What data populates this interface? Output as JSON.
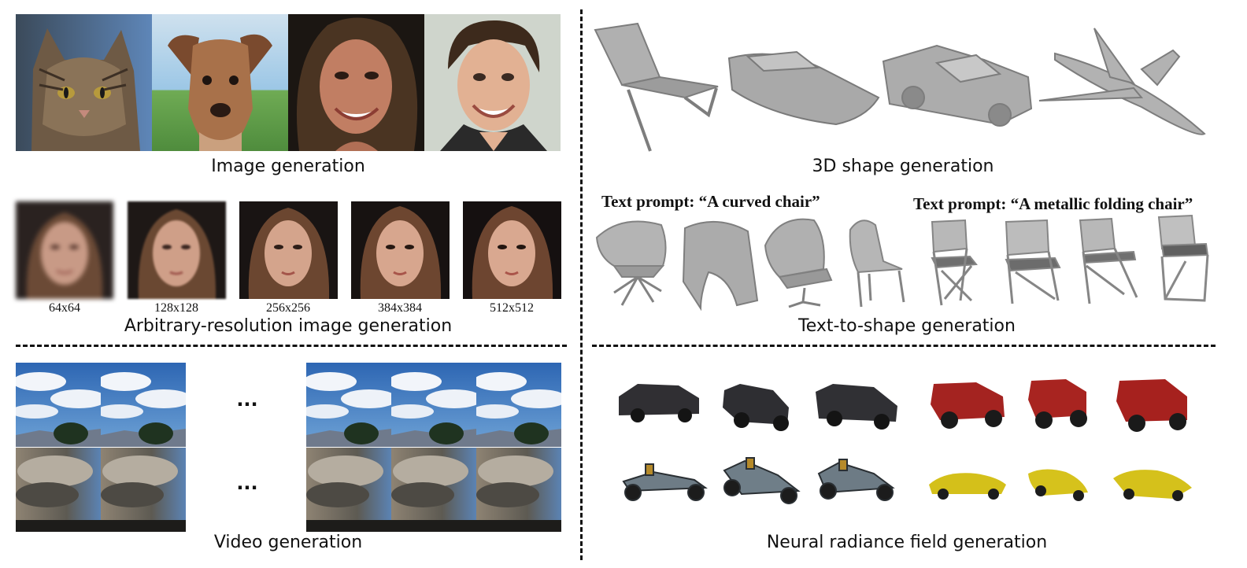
{
  "captions": {
    "image_generation": "Image generation",
    "arbitrary_resolution": "Arbitrary-resolution image generation",
    "video_generation": "Video generation",
    "shape_generation": "3D shape generation",
    "text_to_shape": "Text-to-shape generation",
    "nerf_generation": "Neural radiance field generation"
  },
  "resolutions": [
    "64x64",
    "128x128",
    "256x256",
    "384x384",
    "512x512"
  ],
  "prompts": {
    "left": "Text prompt: “A curved chair”",
    "right": "Text prompt: “A metallic folding chair”"
  },
  "video": {
    "ellipsis_top": "...",
    "ellipsis_bottom": "..."
  },
  "colors": {
    "divider": "#111111",
    "shape_gray": "#a9a9a9",
    "car_dark": "#2f2f33",
    "car_red": "#a8201c",
    "car_yellow": "#d6c31a",
    "buggy_gray": "#6f7d86",
    "sky_blue": "#3f79c2",
    "storm_gray": "#6f6c63"
  }
}
